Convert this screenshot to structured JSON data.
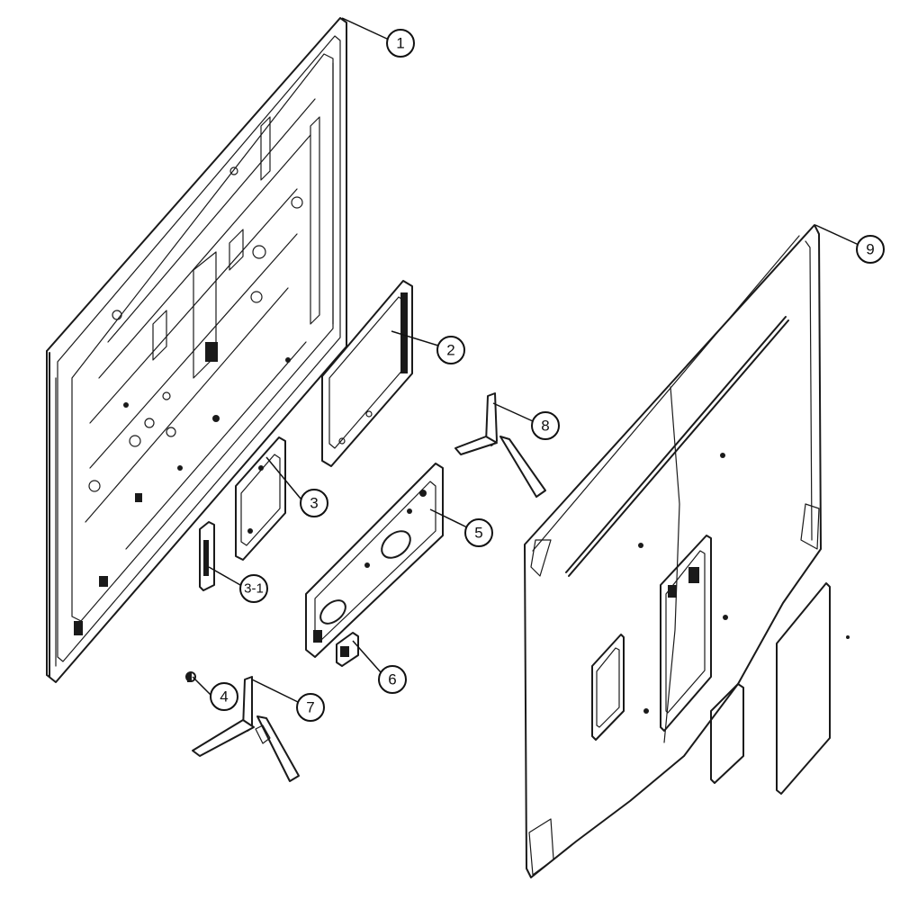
{
  "callouts": [
    {
      "id": "c1",
      "label": "1"
    },
    {
      "id": "c2",
      "label": "2"
    },
    {
      "id": "c3",
      "label": "3"
    },
    {
      "id": "c3-1",
      "label": "3-1"
    },
    {
      "id": "c4",
      "label": "4"
    },
    {
      "id": "c5",
      "label": "5"
    },
    {
      "id": "c6",
      "label": "6"
    },
    {
      "id": "c7",
      "label": "7"
    },
    {
      "id": "c8",
      "label": "8"
    },
    {
      "id": "c9",
      "label": "9"
    }
  ],
  "colors": {
    "line": "#1a1a1a",
    "background": "#ffffff"
  }
}
